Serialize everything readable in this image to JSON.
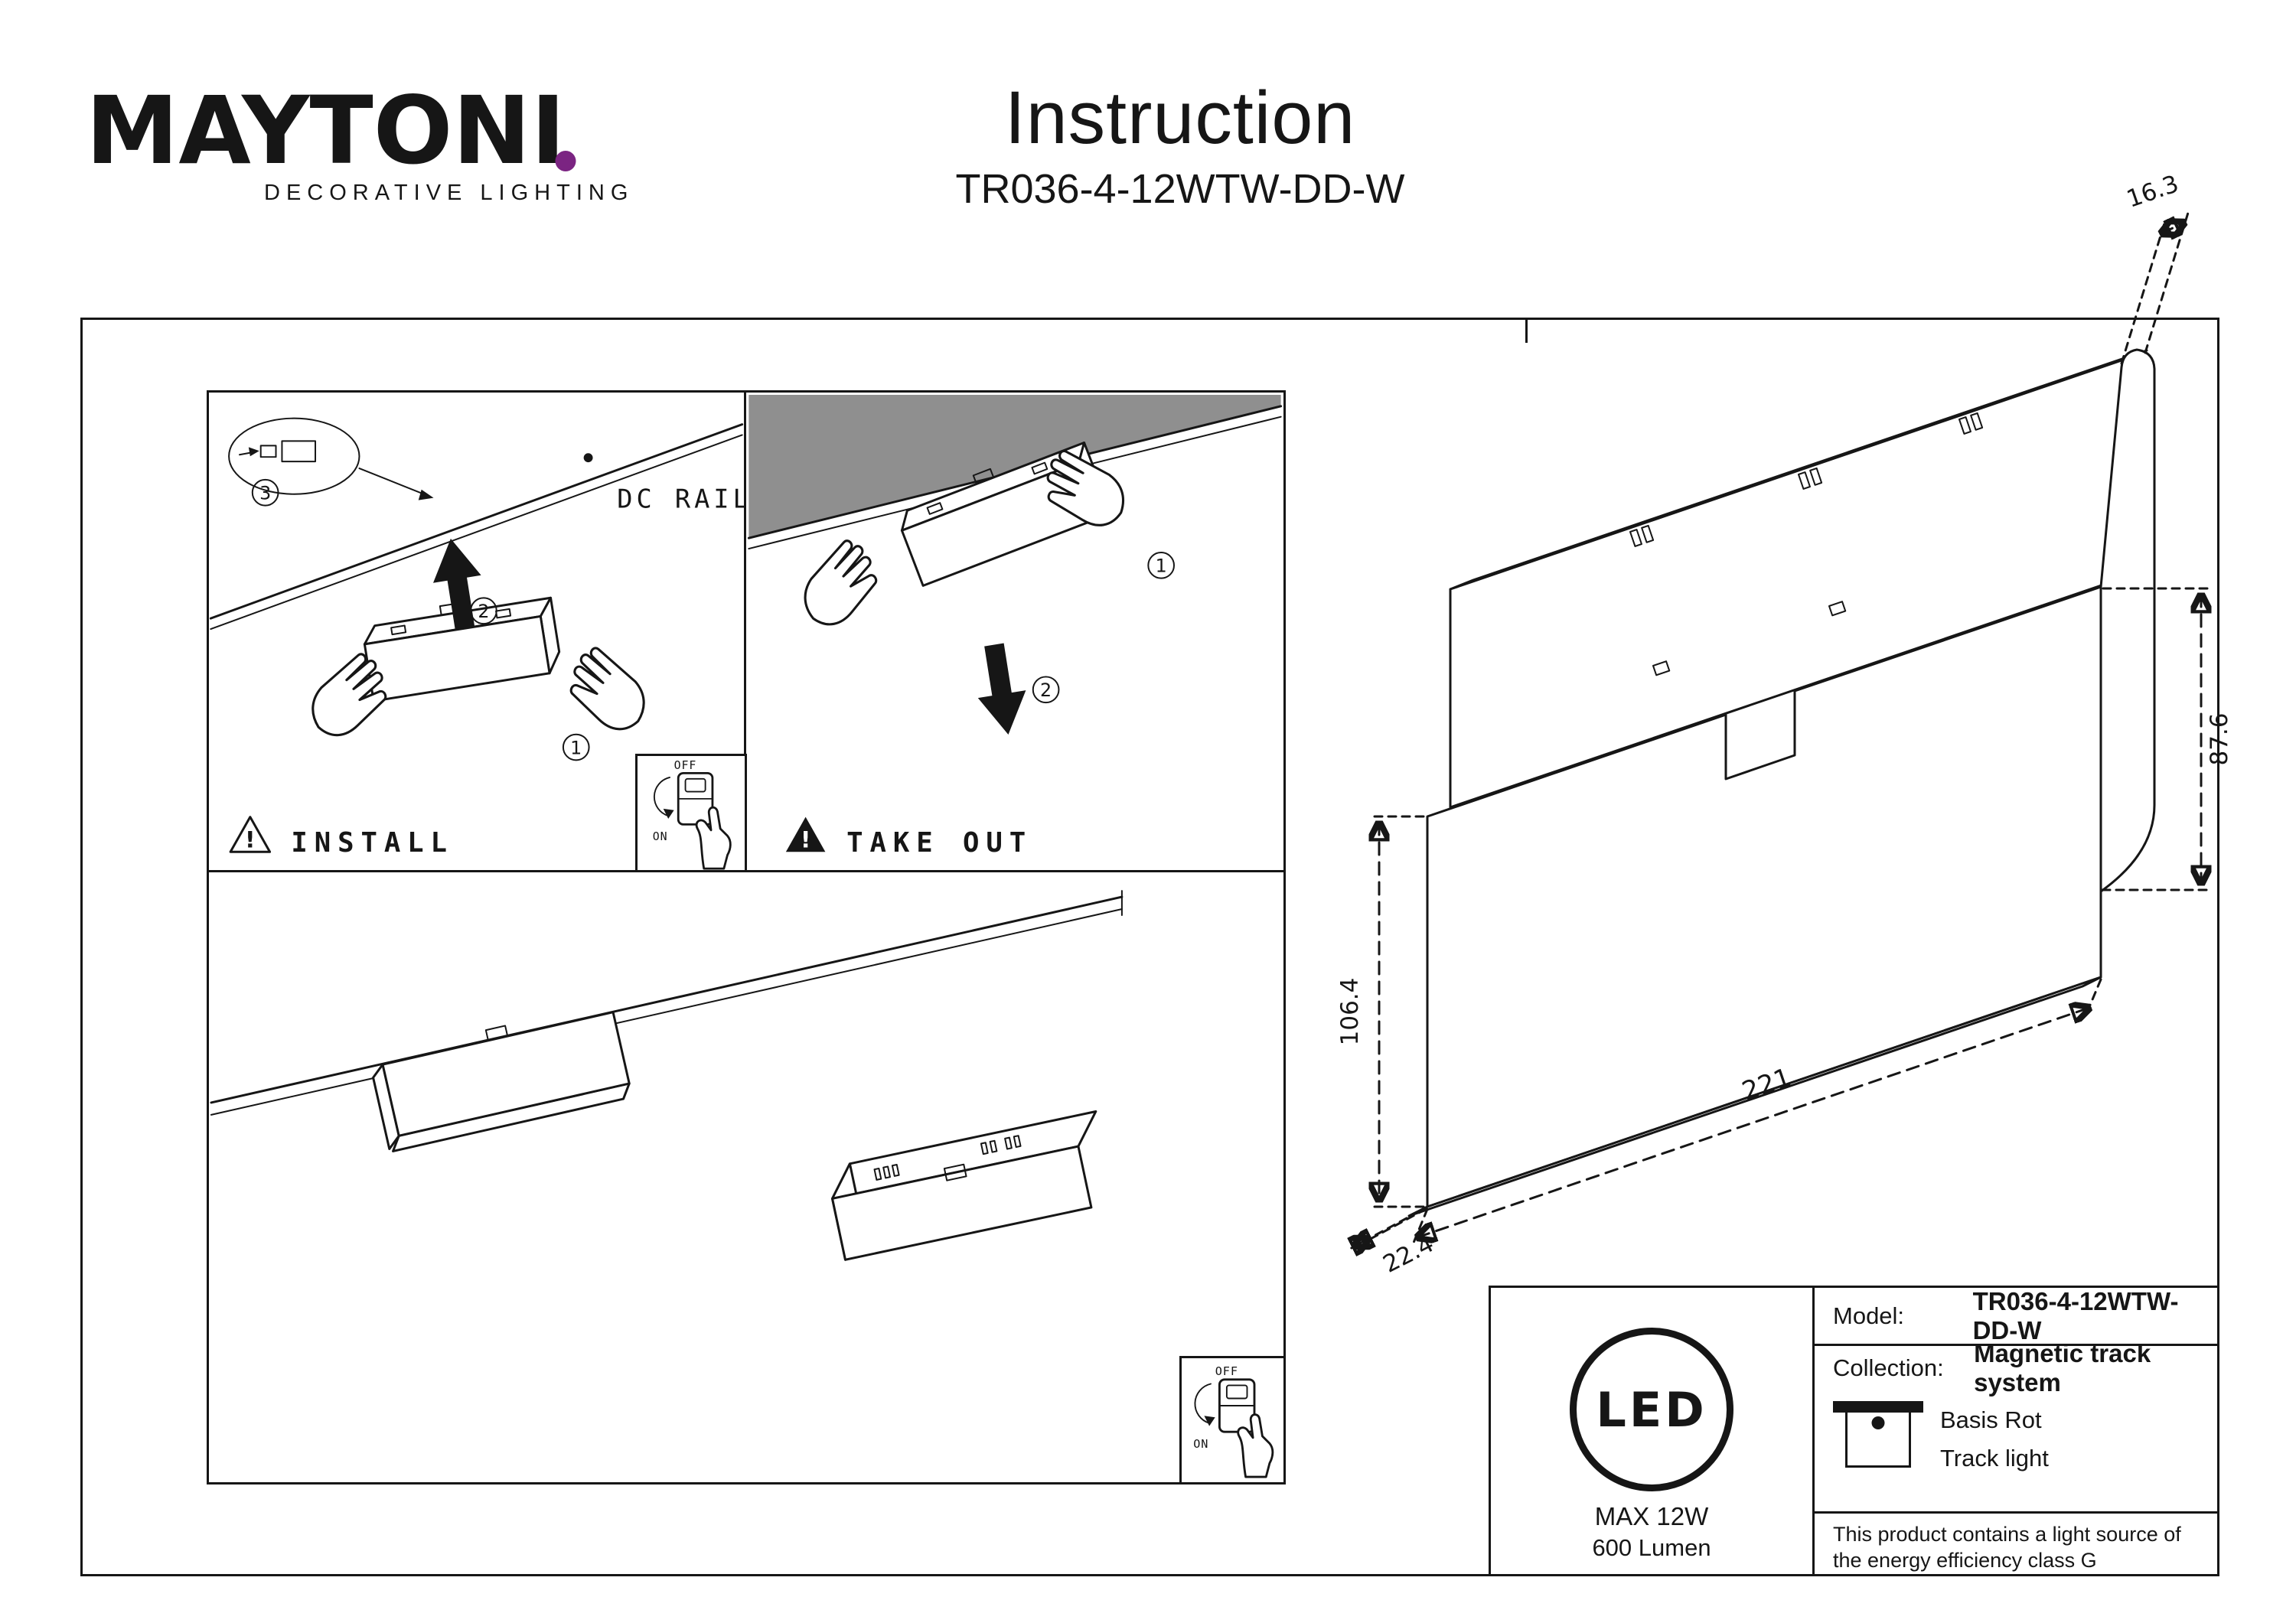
{
  "header": {
    "brand": "MAYTONI",
    "brand_sub": "DECORATIVE LIGHTING",
    "title": "Instruction",
    "model": "TR036-4-12WTW-DD-W"
  },
  "diagrams": {
    "dc_rail": "DC RAIL",
    "install": "INSTALL",
    "take_out": "TAKE OUT",
    "warn": "!",
    "steps": {
      "one": "1",
      "two": "2",
      "three": "3"
    }
  },
  "switch": {
    "off": "OFF",
    "on": "ON"
  },
  "dims": {
    "top_depth": "16.3",
    "side_height": "87.6",
    "front_height": "106.4",
    "length": "221",
    "base_depth": "22.4"
  },
  "spec": {
    "led": "LED",
    "max_power": "MAX 12W",
    "lumen": "600 Lumen",
    "model_label": "Model:",
    "model_value": "TR036-4-12WTW-DD-W",
    "collection_label": "Collection:",
    "collection_value": "Magnetic track system",
    "type_line1": "Basis Rot",
    "type_line2": "Track light",
    "energy_note": "This product contains a light source of the energy efficiency class G"
  },
  "colors": {
    "brand_dot": "#7b2482",
    "ink": "#161616",
    "ceiling_gray": "#8f8f8f"
  }
}
